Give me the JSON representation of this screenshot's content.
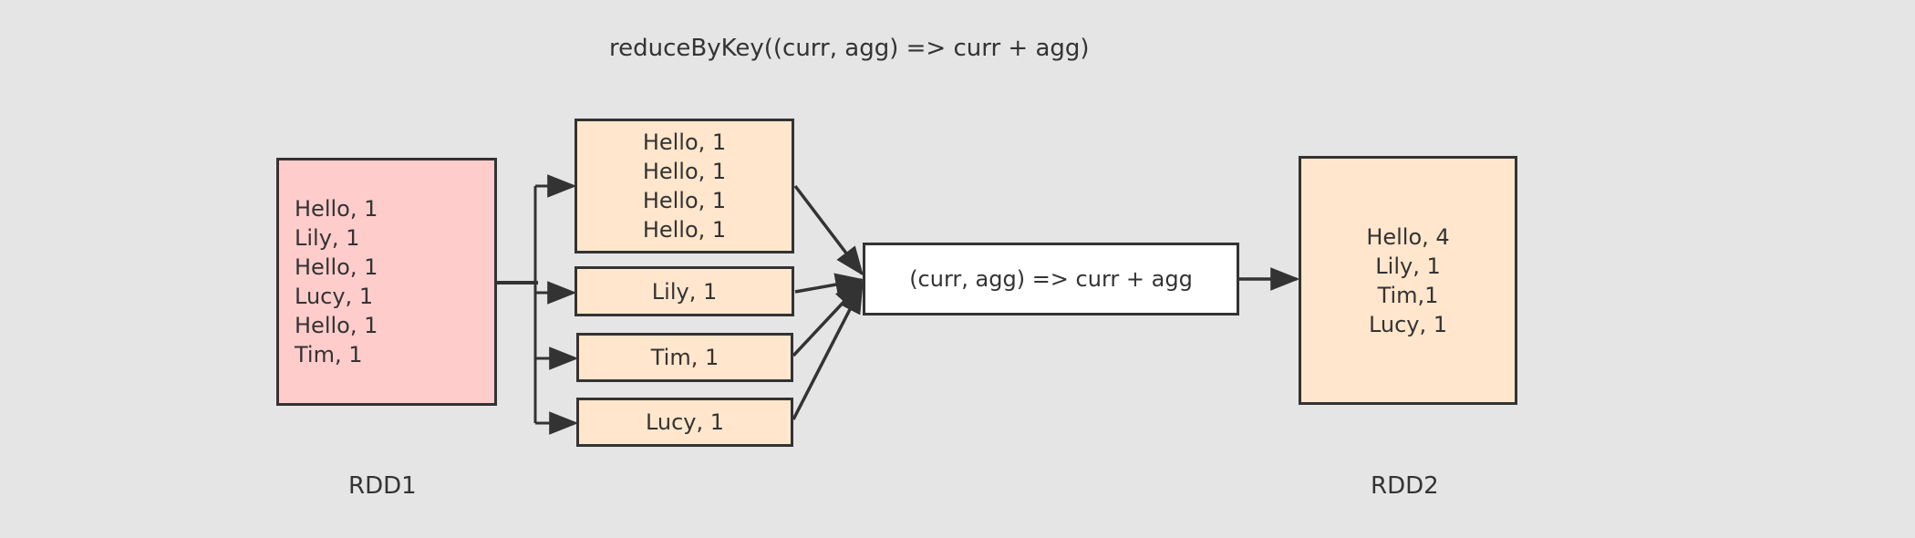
{
  "title": "reduceByKey((curr, agg) => curr + agg)",
  "rdd1": {
    "label": "RDD1",
    "lines": [
      "Hello, 1",
      "Lily, 1",
      "Hello, 1",
      "Lucy, 1",
      "Hello, 1",
      "Tim, 1"
    ]
  },
  "groups": [
    {
      "lines": [
        "Hello, 1",
        "Hello, 1",
        "Hello, 1",
        "Hello, 1"
      ]
    },
    {
      "lines": [
        "Lily, 1"
      ]
    },
    {
      "lines": [
        "Tim, 1"
      ]
    },
    {
      "lines": [
        "Lucy, 1"
      ]
    }
  ],
  "reducer": {
    "text": "(curr, agg) => curr + agg"
  },
  "rdd2": {
    "label": "RDD2",
    "lines": [
      "Hello, 4",
      "Lily, 1",
      "Tim,1",
      "Lucy, 1"
    ]
  },
  "colors": {
    "background": "#e5e5e5",
    "rdd1_fill": "#ffcccc",
    "group_fill": "#ffe6cc",
    "reducer_fill": "#ffffff",
    "stroke": "#333333"
  }
}
